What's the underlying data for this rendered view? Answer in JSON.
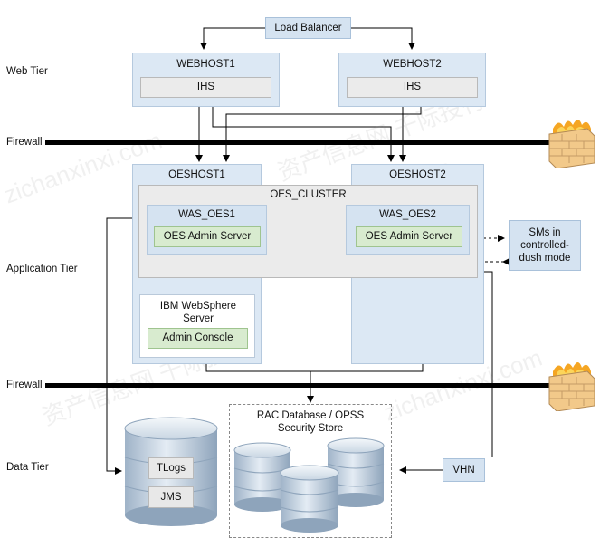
{
  "tiers": {
    "web": "Web Tier",
    "application": "Application Tier",
    "data": "Data Tier"
  },
  "firewalls": [
    "Firewall",
    "Firewall"
  ],
  "load_balancer": "Load Balancer",
  "web_hosts": [
    {
      "name": "WEBHOST1",
      "component": "IHS"
    },
    {
      "name": "WEBHOST2",
      "component": "IHS"
    }
  ],
  "app_hosts": [
    "OESHOST1",
    "OESHOST2"
  ],
  "cluster": {
    "name": "OES_CLUSTER",
    "servers": [
      {
        "name": "WAS_OES1",
        "app": "OES Admin Server"
      },
      {
        "name": "WAS_OES2",
        "app": "OES Admin Server"
      }
    ]
  },
  "websphere": {
    "title": "IBM WebSphere Server",
    "console": "Admin Console"
  },
  "sms_box": "SMs in controlled-dush mode",
  "database": {
    "title": "RAC Database / OPSS Security Store"
  },
  "shared_storage": {
    "items": [
      "TLogs",
      "JMS"
    ]
  },
  "vhn": "VHN",
  "watermarks": [
    "资产信息网 千际投行",
    "zichanxinxi.com"
  ],
  "colors": {
    "host_blue": "#dce8f4",
    "header_blue": "#d5e3f1",
    "green": "#d8ebcf",
    "grey": "#ebebeb",
    "firewall_brick": "#f2c98a",
    "fire": "#f5a623"
  },
  "icons": [
    "firewall-brick-icon",
    "database-cylinder-icon"
  ]
}
